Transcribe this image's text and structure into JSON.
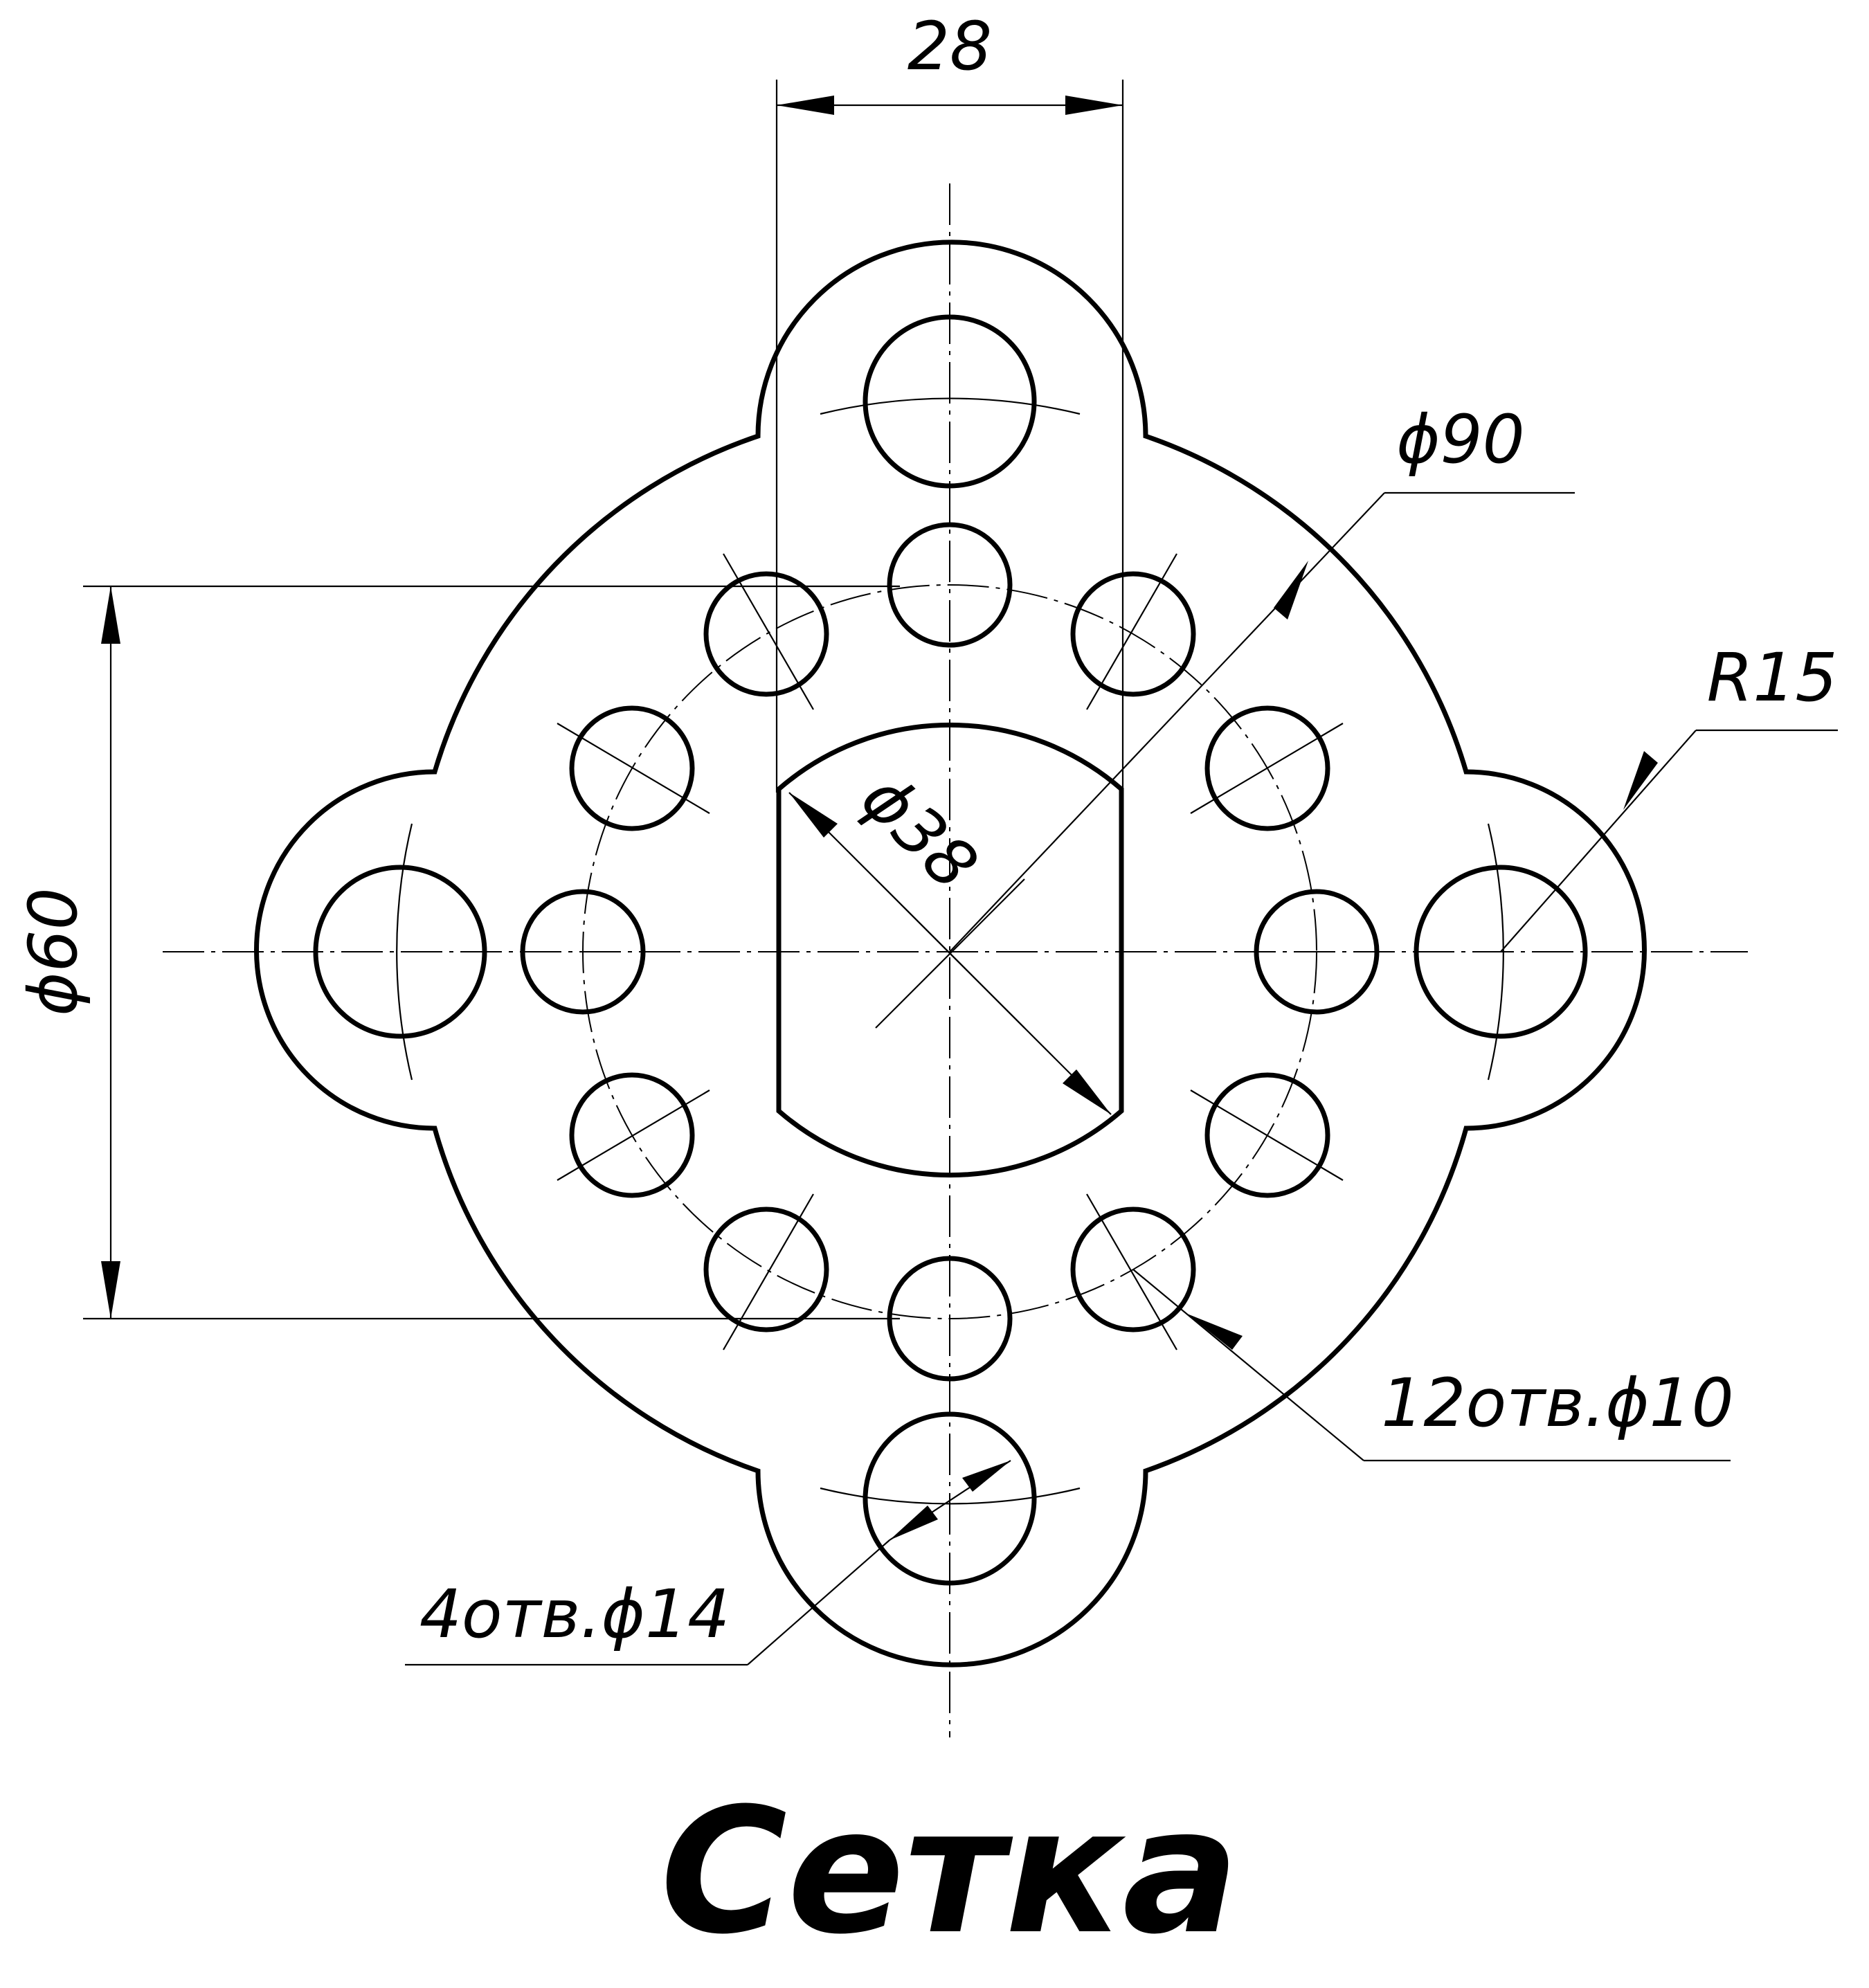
{
  "title": "Сетка",
  "dimensions": {
    "slot_width": "28",
    "outer_diameter": "ϕ90",
    "lobe_radius": "R15",
    "pitch_diameter": "ϕ60",
    "central_hole": "ϕ38",
    "small_holes": "12отв.ϕ10",
    "large_holes": "4отв.ϕ14"
  },
  "colors": {
    "line": "#000000",
    "background": "#ffffff"
  }
}
